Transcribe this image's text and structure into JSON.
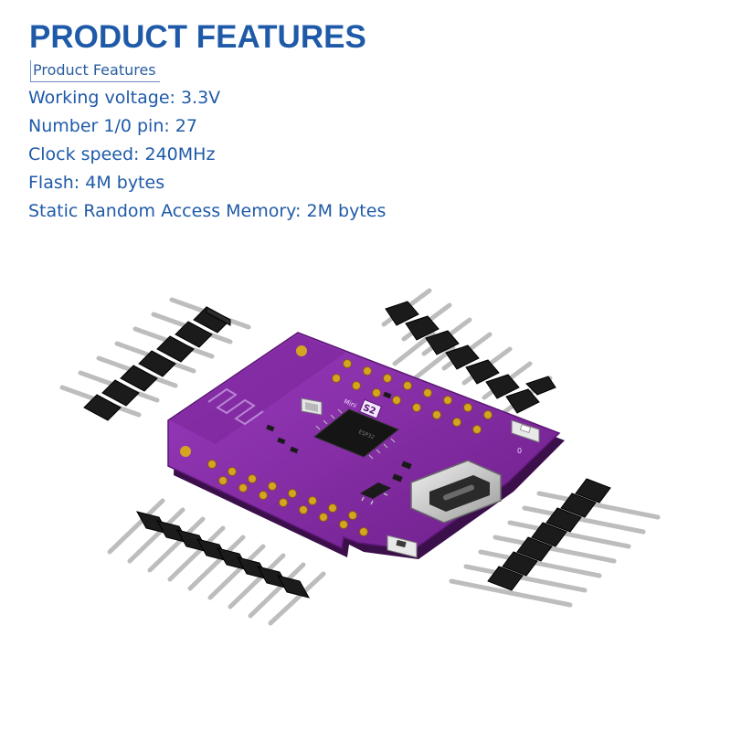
{
  "header": {
    "title": "PRODUCT FEATURES",
    "subtitle": "Product Features"
  },
  "features": [
    "Working voltage: 3.3V",
    "Number 1/0 pin: 27",
    "Clock speed: 240MHz",
    "Flash: 4M bytes",
    "Static Random Access Memory: 2M bytes"
  ],
  "board": {
    "silkscreen_model": "S2",
    "silkscreen_name": "Mini",
    "silkscreen_port_mark": "0",
    "pcb_color": "#8b2fa8",
    "pad_color": "#d4a520",
    "header_color": "#1a1a1a",
    "pin_color": "#cfcfcf",
    "usb_port": "usb-c-icon"
  }
}
